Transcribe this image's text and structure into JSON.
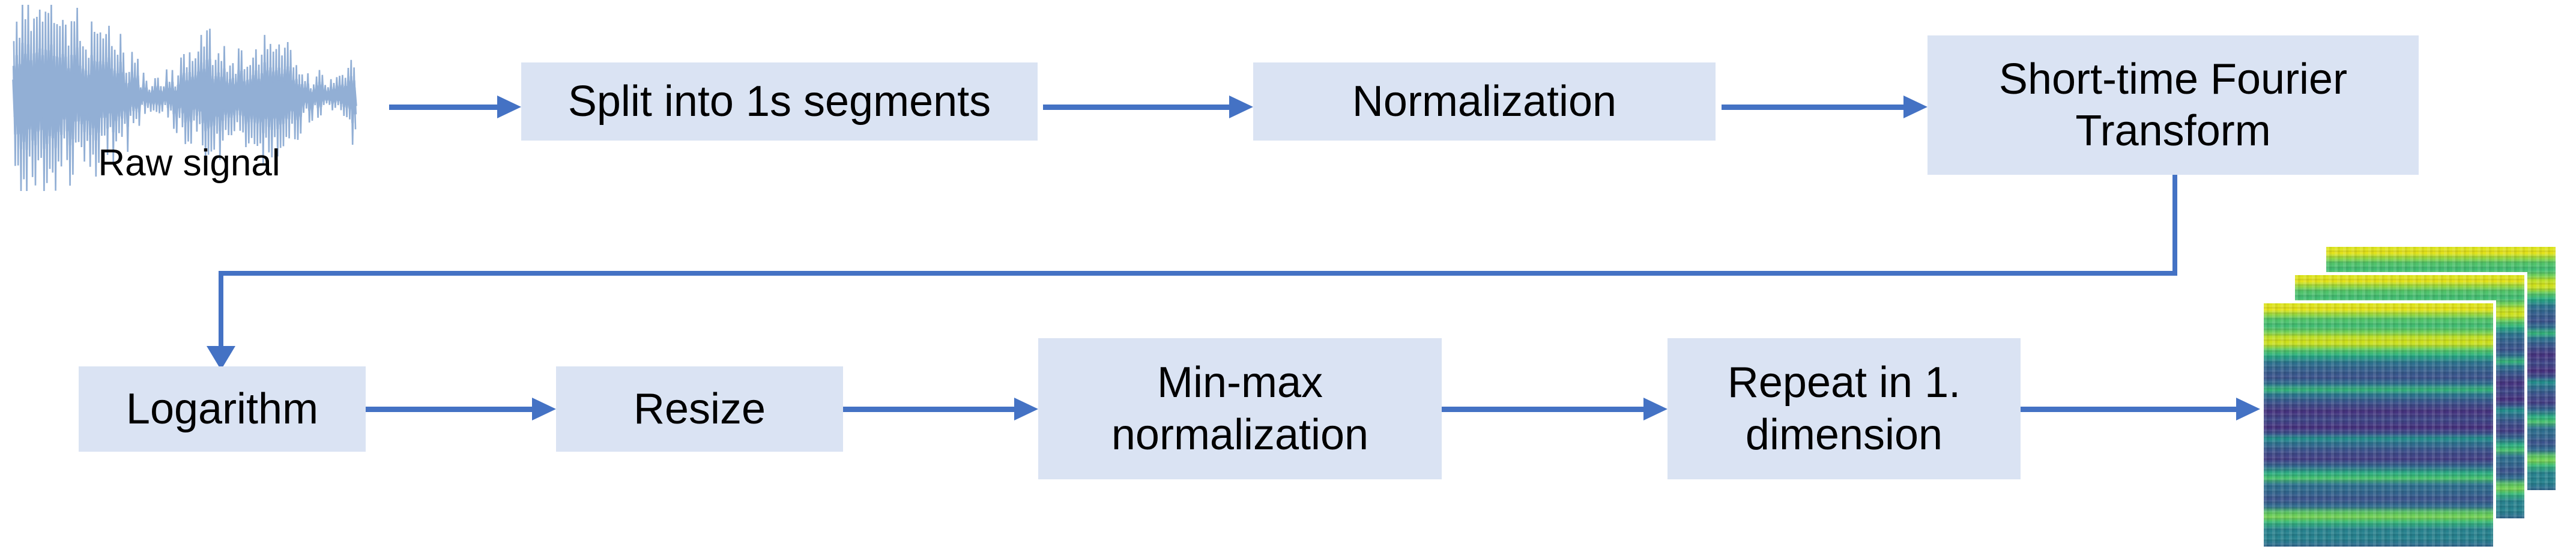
{
  "labels": {
    "raw_signal": "Raw signal"
  },
  "nodes": {
    "split": "Split into 1s segments",
    "normalization": "Normalization",
    "stft": "Short-time Fourier Transform",
    "logarithm": "Logarithm",
    "resize": "Resize",
    "minmax": "Min-max normalization",
    "repeat": "Repeat in 1. dimension"
  },
  "edges": [
    {
      "from": "raw-signal",
      "to": "split"
    },
    {
      "from": "split",
      "to": "normalization"
    },
    {
      "from": "normalization",
      "to": "stft"
    },
    {
      "from": "stft",
      "to": "logarithm"
    },
    {
      "from": "logarithm",
      "to": "resize"
    },
    {
      "from": "resize",
      "to": "minmax"
    },
    {
      "from": "minmax",
      "to": "repeat"
    },
    {
      "from": "repeat",
      "to": "spectrogram-stack"
    }
  ],
  "icons": {
    "waveform": "waveform-icon",
    "spectrogram_stack": "spectrogram-stack-icon"
  },
  "colors": {
    "arrow": "#4472c4",
    "box_fill": "#dae3f3",
    "text": "#000000",
    "waveform": "#92afd5",
    "background": "#ffffff",
    "spectrogram_palette": [
      "#e8e419",
      "#76d153",
      "#5ec962",
      "#35b779",
      "#21918c",
      "#31688e",
      "#3b528b",
      "#462f7c"
    ]
  },
  "spectrogram": {
    "layer_count": 3
  }
}
